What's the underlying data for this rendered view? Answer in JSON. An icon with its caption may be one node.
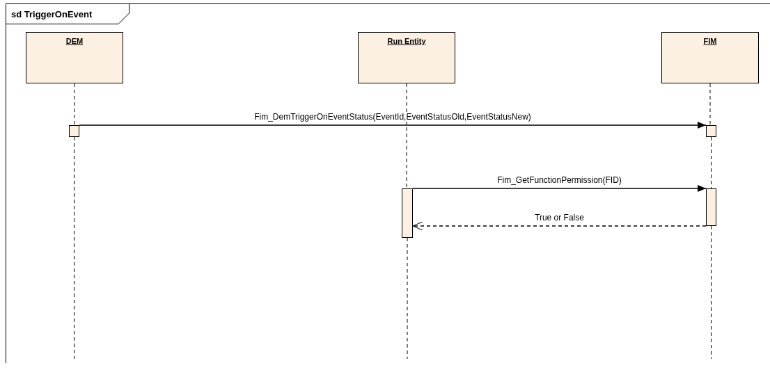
{
  "diagram": {
    "title": "sd TriggerOnEvent",
    "nodes": [
      {
        "text": [
          "DEM"
        ]
      },
      {
        "text": [
          "Run Entity"
        ]
      },
      {
        "text": [
          "FIM"
        ]
      },
      {
        "text": [],
        "shape": "bar"
      },
      {
        "text": [],
        "shape": "bar"
      },
      {
        "text": [],
        "shape": "bar"
      },
      {
        "text": [],
        "shape": "bar"
      }
    ],
    "edges": [
      {
        "from": 0,
        "to": 3,
        "arrow": "none",
        "style": "dashed"
      },
      {
        "from": 3,
        "to": null,
        "arrow": "none",
        "style": "dashed"
      },
      {
        "from": 1,
        "to": 5,
        "arrow": "none",
        "style": "dashed"
      },
      {
        "from": 5,
        "to": null,
        "arrow": "none",
        "style": "dashed"
      },
      {
        "from": 2,
        "to": 4,
        "arrow": "none",
        "style": "dashed"
      },
      {
        "from": 4,
        "to": 6,
        "arrow": "none",
        "style": "dashed"
      },
      {
        "from": 6,
        "to": null,
        "arrow": "none",
        "style": "dashed"
      },
      {
        "from": 3,
        "to": 4,
        "arrow": "to",
        "label": "Fim_DemTriggerOnEventStatus(EventId,EventStatusOld,EventStatusNew)"
      },
      {
        "from": 5,
        "to": 6,
        "arrow": "to",
        "label": "Fim_GetFunctionPermission(FID)"
      },
      {
        "from": 6,
        "to": 5,
        "arrow": "to",
        "style": "dashed",
        "label": "True or False"
      }
    ]
  }
}
